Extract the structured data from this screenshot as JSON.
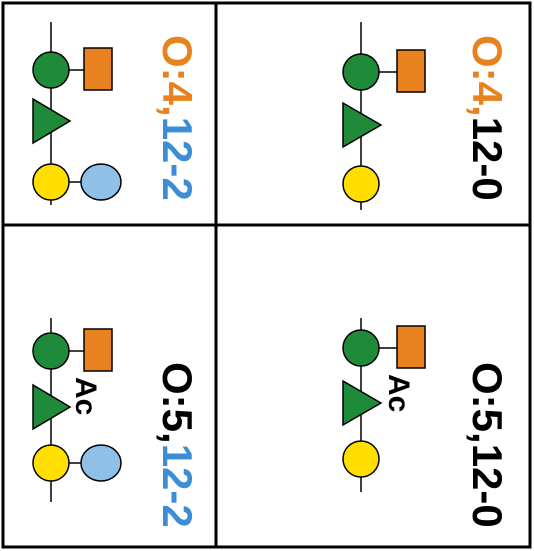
{
  "colors": {
    "orange": "#e8821e",
    "blue": "#3b8ed6",
    "black": "#000000",
    "green": "#1f8a3a",
    "yellow": "#ffde00",
    "light_blue": "#8fc1e8"
  },
  "panels": {
    "top_left": {
      "serotype_prefix": "O:4,",
      "serotype_suffix": "12-2"
    },
    "top_right": {
      "serotype_prefix": "O:4,",
      "serotype_suffix": "12-0"
    },
    "bottom_left": {
      "serotype_prefix": "O:5,",
      "serotype_suffix": "12-2",
      "ac_label": "Ac"
    },
    "bottom_right": {
      "serotype_prefix": "O:5,",
      "serotype_suffix": "12-0",
      "ac_label": "Ac"
    }
  }
}
